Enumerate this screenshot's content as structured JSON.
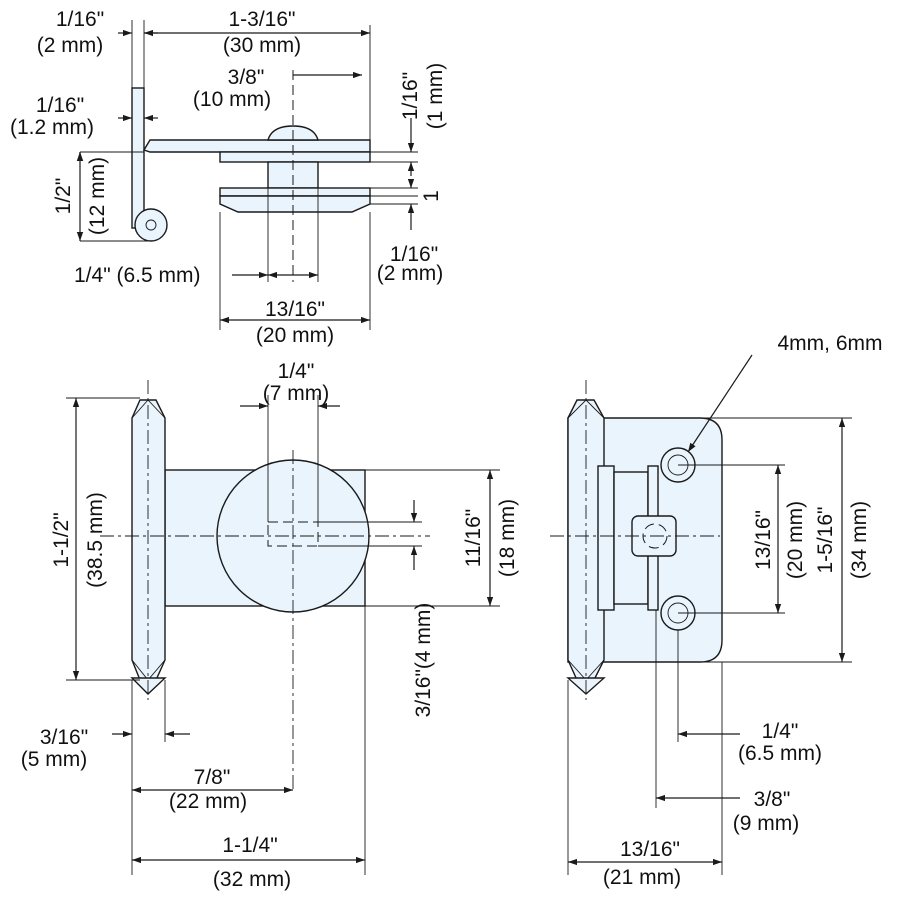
{
  "colors": {
    "part_fill": "#eaf4fc",
    "line": "#1a1a1a",
    "text": "#111111"
  },
  "side_view": {
    "dim_pin_thickness_in": "1/16\"",
    "dim_pin_thickness_mm": "(2 mm)",
    "dim_overall_width_in": "1-3/16\"",
    "dim_overall_width_mm": "(30 mm)",
    "dim_screw_offset_in": "3/8\"",
    "dim_screw_offset_mm": "(10 mm)",
    "dim_leaf_thickness_in": "1/16\"",
    "dim_leaf_thickness_mm": "(1.2 mm)",
    "dim_top_plate_in": "1/16\"",
    "dim_top_plate_mm": "(1 mm)",
    "dim_height_in": "1/2\"",
    "dim_height_mm": "(12 mm)",
    "dim_gap": "1",
    "dim_bottom_plate_in": "1/16\"",
    "dim_bottom_plate_mm": "(2 mm)",
    "dim_boss_width": "1/4\" (6.5 mm)",
    "dim_plate_width_in": "13/16\"",
    "dim_plate_width_mm": "(20 mm)"
  },
  "front_view": {
    "dim_slot_width_in": "1/4\"",
    "dim_slot_width_mm": "(7 mm)",
    "dim_height_in": "1-1/2\"",
    "dim_height_mm": "(38.5 mm)",
    "dim_disc_in": "11/16\"",
    "dim_disc_mm": "(18 mm)",
    "dim_slot_height": "3/16\"(4 mm)",
    "dim_knuckle_in": "3/16\"",
    "dim_knuckle_mm": "(5 mm)",
    "dim_center_in": "7/8\"",
    "dim_center_mm": "(22 mm)",
    "dim_width_in": "1-1/4\"",
    "dim_width_mm": "(32 mm)"
  },
  "rear_view": {
    "dim_holes": "4mm, 6mm",
    "dim_hole_spacing_in": "13/16\"",
    "dim_hole_spacing_mm": "(20 mm)",
    "dim_height_in": "1-5/16\"",
    "dim_height_mm": "(34 mm)",
    "dim_hole_edge_in": "1/4\"",
    "dim_hole_edge_mm": "(6.5 mm)",
    "dim_clamp_in": "3/8\"",
    "dim_clamp_mm": "(9 mm)",
    "dim_width_in": "13/16\"",
    "dim_width_mm": "(21 mm)"
  }
}
